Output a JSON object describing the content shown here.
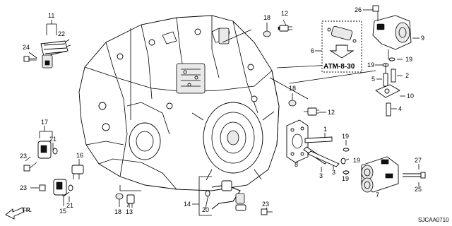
{
  "diagram": {
    "callouts": {
      "c1": "1",
      "c2": "2",
      "c3a": "3",
      "c3b": "3",
      "c4": "4",
      "c5": "5",
      "c6": "6",
      "c7": "7",
      "c8": "8",
      "c9": "9",
      "c10": "10",
      "c11": "11",
      "c12a": "12",
      "c12b": "12",
      "c13": "13",
      "c14": "14",
      "c15": "15",
      "c16": "16",
      "c17": "17",
      "c18a": "18",
      "c18b": "18",
      "c18c": "18",
      "c19a": "19",
      "c19b": "19",
      "c19c": "19",
      "c19d": "19",
      "c19e": "19",
      "c20": "20",
      "c21a": "21",
      "c21b": "21",
      "c22": "22",
      "c23a": "23",
      "c23b": "23",
      "c23c": "23",
      "c24": "24",
      "c25": "25",
      "c26": "26",
      "c27": "27"
    },
    "ref_box_label": "ATM-8-30",
    "direction_label": "FR.",
    "diagram_code": "SJCAA0710"
  }
}
